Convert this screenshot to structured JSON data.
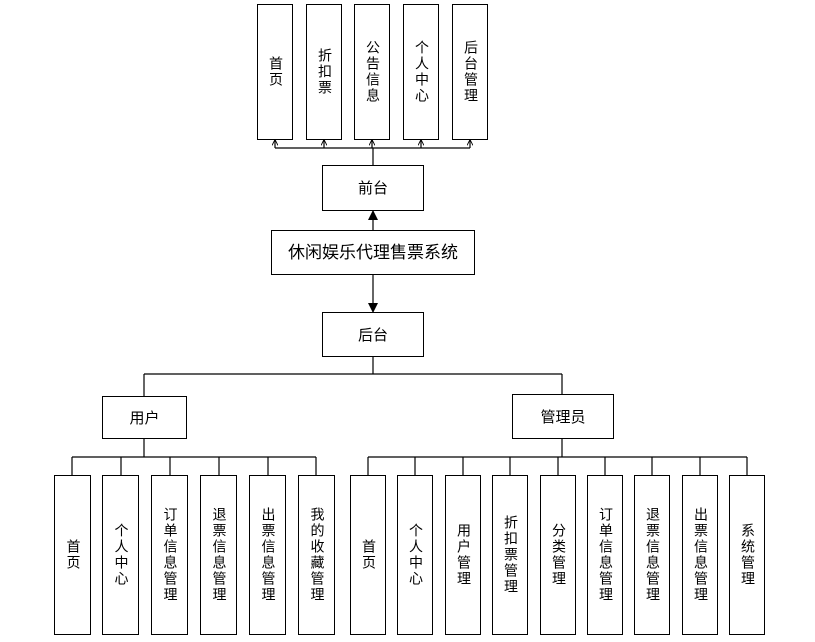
{
  "root": "休闲娱乐代理售票系统",
  "front": {
    "label": "前台",
    "items": [
      "首页",
      "折扣票",
      "公告信息",
      "个人中心",
      "后台管理"
    ]
  },
  "back": {
    "label": "后台",
    "user": {
      "label": "用户",
      "items": [
        "首页",
        "个人中心",
        "订单信息管理",
        "退票信息管理",
        "出票信息管理",
        "我的收藏管理"
      ]
    },
    "admin": {
      "label": "管理员",
      "items": [
        "首页",
        "个人中心",
        "用户管理",
        "折扣票管理",
        "分类管理",
        "订单信息管理",
        "退票信息管理",
        "出票信息管理",
        "系统管理"
      ]
    }
  }
}
